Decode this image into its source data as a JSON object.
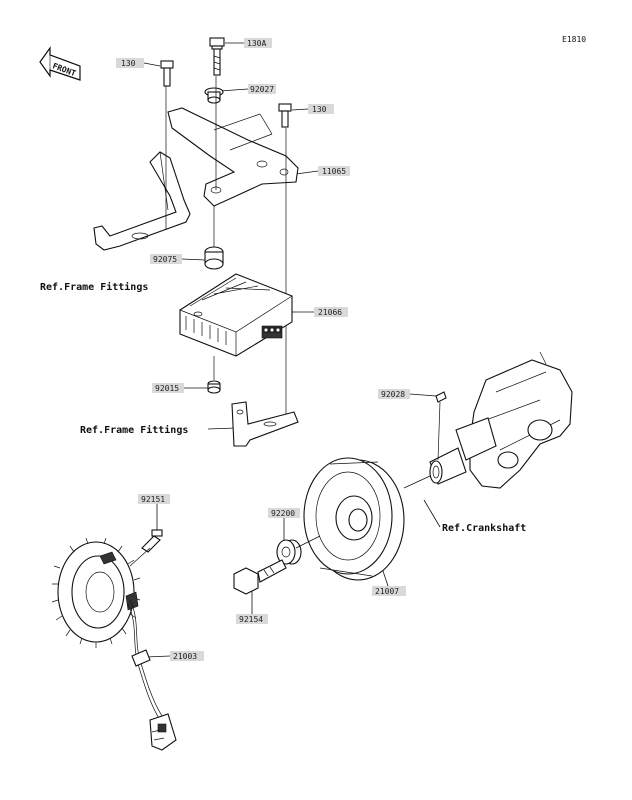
{
  "diagram_code": "E1810",
  "front_label": "FRONT",
  "parts": {
    "p130a": "130A",
    "p130_left": "130",
    "p92027": "92027",
    "p130_right": "130",
    "p11065": "11065",
    "p92075": "92075",
    "p21066": "21066",
    "p92015": "92015",
    "p92028": "92028",
    "p92151": "92151",
    "p92200": "92200",
    "p92154": "92154",
    "p21007": "21007",
    "p21003": "21003"
  },
  "refs": {
    "frame_fittings_top": "Ref.Frame Fittings",
    "frame_fittings_mid": "Ref.Frame Fittings",
    "crankshaft": "Ref.Crankshaft"
  }
}
